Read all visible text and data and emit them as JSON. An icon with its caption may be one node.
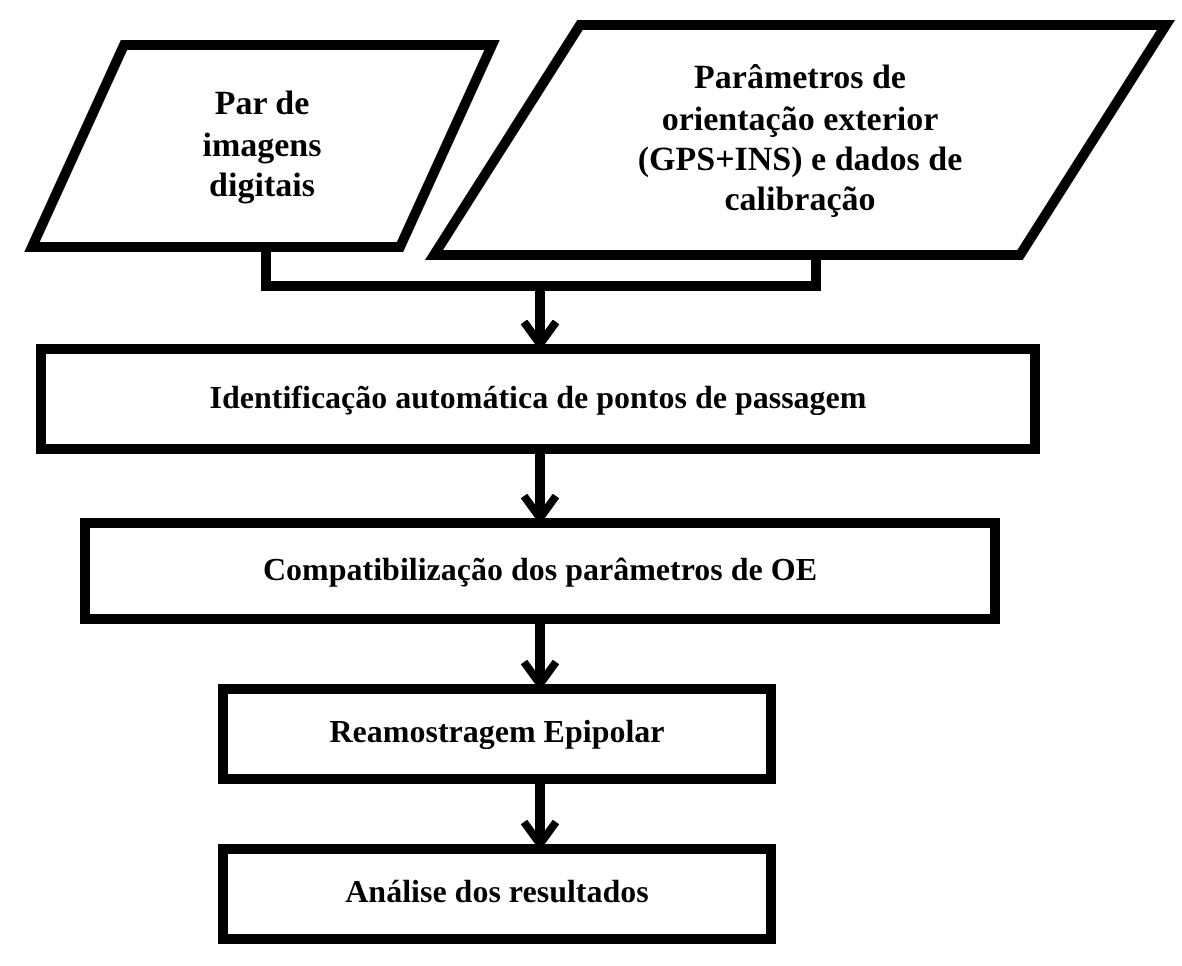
{
  "diagram": {
    "nodes": [
      {
        "text": [
          "Par de imagens digitais"
        ]
      },
      {
        "text": [
          "Parâmetros de orientação exterior (GPS+INS) e dados de calibração"
        ]
      },
      {
        "text": [
          "Identificação automática de pontos de passagem"
        ]
      },
      {
        "text": [
          "Compatibilização dos parâmetros de OE"
        ]
      },
      {
        "text": [
          "Reamostragem Epipolar"
        ]
      },
      {
        "text": [
          "Análise dos resultados"
        ]
      }
    ],
    "edges": [
      {
        "from": 0,
        "to": 2,
        "arrow": "to"
      },
      {
        "from": 1,
        "to": 2,
        "arrow": "to"
      },
      {
        "from": 2,
        "to": 3,
        "arrow": "to"
      },
      {
        "from": 3,
        "to": 4,
        "arrow": "to"
      },
      {
        "from": 4,
        "to": 5,
        "arrow": "to"
      }
    ]
  }
}
